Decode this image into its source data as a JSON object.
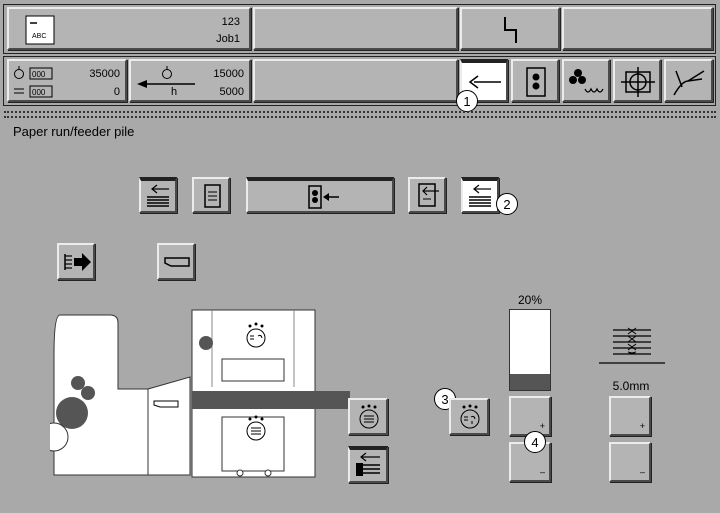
{
  "header": {
    "job_number": "123",
    "job_name": "Job1",
    "doc_label": "ABC",
    "counter_total": "35000",
    "counter_good": "0",
    "preset_total": "15000",
    "preset_unit": "h",
    "preset_remaining": "5000"
  },
  "page": {
    "title": "Paper run/feeder pile"
  },
  "gauge": {
    "percent_label": "20%",
    "fill_fraction": 0.2
  },
  "thickness": {
    "value_label": "5.0mm"
  },
  "steppers": {
    "plus": "+",
    "minus": "–"
  },
  "callouts": [
    "1",
    "2",
    "3",
    "4"
  ],
  "colors": {
    "background": "#a9a9a9",
    "button": "#b4b4b4",
    "machine_body": "#ffffff",
    "dark_fill": "#555555"
  },
  "icons": {
    "tabs": [
      "arrow-left-icon",
      "pile-icon",
      "ink-fountain-icon",
      "register-icon",
      "wash-icon"
    ],
    "toolbar": [
      "pile-arrow-in-icon",
      "sheet-icon",
      "feeder-drive-icon",
      "sheet-eject-icon",
      "pile-stack-icon"
    ]
  }
}
